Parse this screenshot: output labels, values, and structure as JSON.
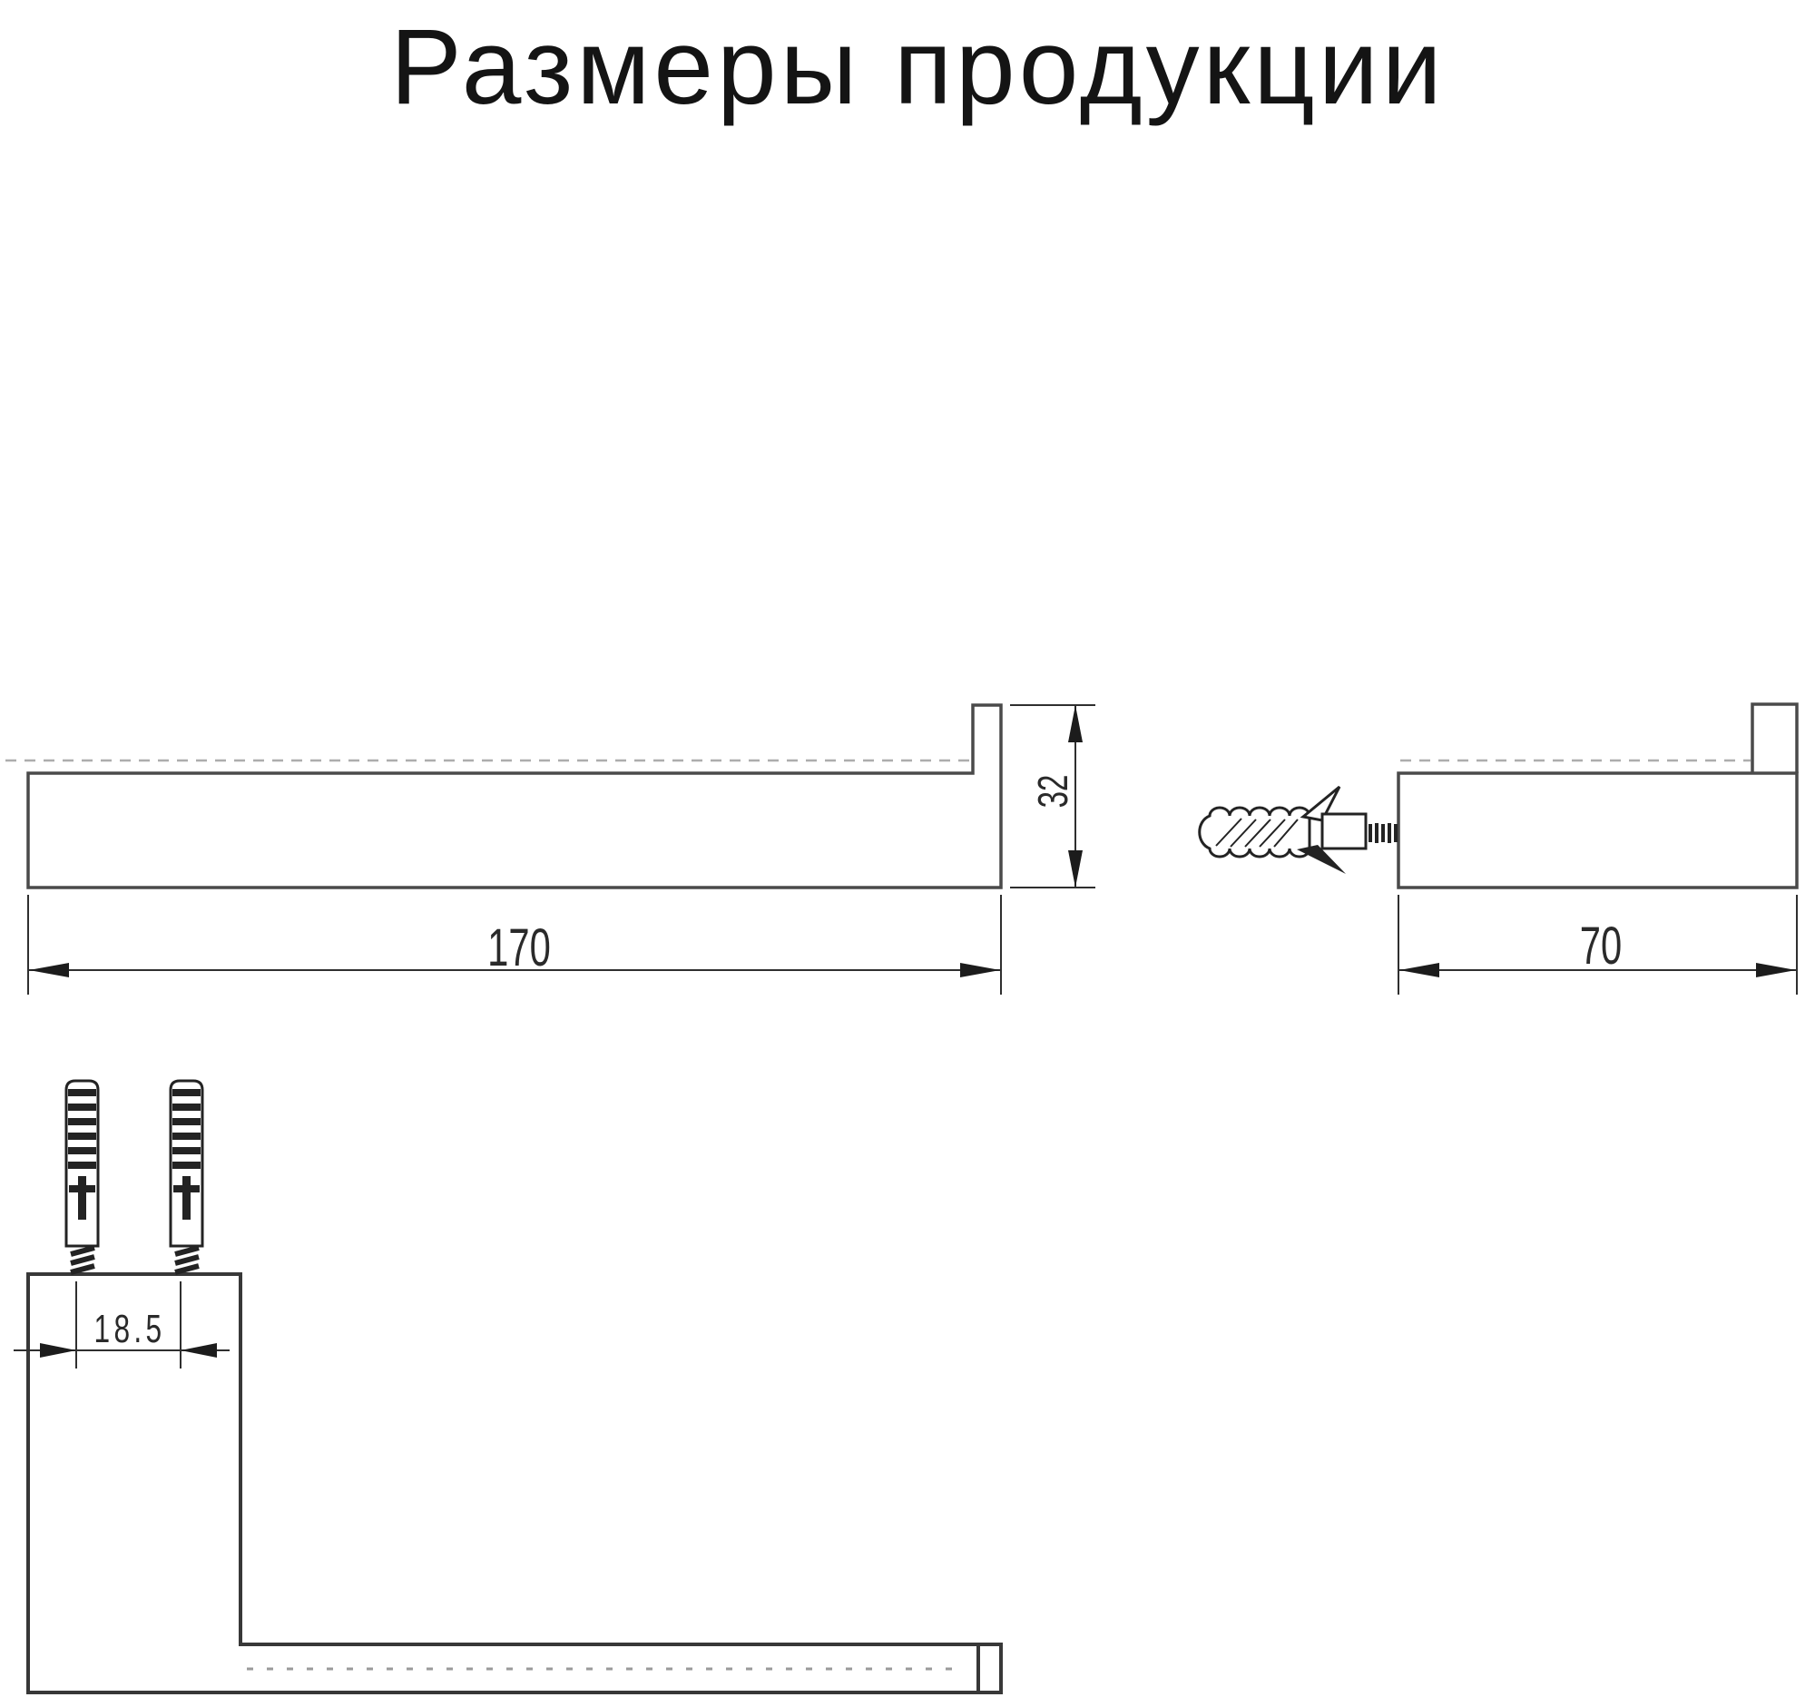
{
  "page": {
    "title": "Размеры продукции"
  },
  "views": {
    "front": {
      "name": "front view",
      "length_label": "170",
      "height_label": "32"
    },
    "side": {
      "name": "side view with wall anchor and screw",
      "depth_label": "70"
    },
    "bottom": {
      "name": "top view with two mounting screws",
      "hole_spacing_label": "18.5"
    }
  },
  "colors": {
    "line": "#4a4a4a",
    "dim": "#2f2f2f",
    "arrow": "#1c1c1c",
    "dash": "#adadad",
    "dash2": "#9a9a9a",
    "ink": "#141414",
    "dimtext": "#2a2a2a",
    "bg": "#ffffff",
    "hw": "#232323"
  }
}
